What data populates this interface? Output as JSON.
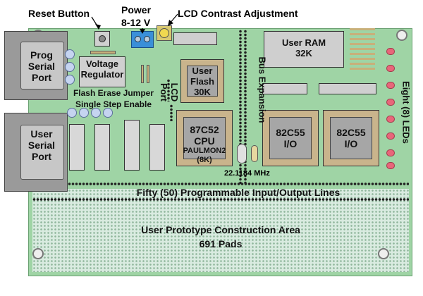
{
  "labels": {
    "reset_button": "Reset Button",
    "power": "Power",
    "power_voltage": "8-12 V",
    "lcd_contrast": "LCD Contrast Adjustment",
    "prog_serial_1": "Prog",
    "prog_serial_2": "Serial",
    "prog_serial_3": "Port",
    "voltage_regulator_1": "Voltage",
    "voltage_regulator_2": "Regulator",
    "lcd_port": "LCD Port",
    "user_flash_1": "User",
    "user_flash_2": "Flash",
    "user_flash_3": "30K",
    "bus_expansion": "Bus Expansion",
    "user_ram_1": "User RAM",
    "user_ram_2": "32K",
    "eight_leds": "Eight (8) LEDs",
    "flash_erase_jumper": "Flash Erase Jumper",
    "single_step_enable": "Single Step Enable",
    "user_serial_1": "User",
    "user_serial_2": "Serial",
    "user_serial_3": "Port",
    "cpu_1": "87C52",
    "cpu_2": "CPU",
    "paulmon_1": "PAULMON2",
    "paulmon_2": "(8K)",
    "io1_1": "82C55",
    "io1_2": "I/O",
    "io2_1": "82C55",
    "io2_2": "I/O",
    "crystal_freq": "22.1184 MHz",
    "io_lines": "Fifty (50) Programmable Input/Output Lines",
    "proto_area_1": "User Prototype Construction Area",
    "proto_area_2": "691 Pads"
  },
  "colors": {
    "board": "#9fd4a5",
    "prototype_area": "#d9ebe0",
    "led": "#e8667a",
    "power_connector": "#3a8fd8",
    "chip_package": "#c9b48c"
  }
}
